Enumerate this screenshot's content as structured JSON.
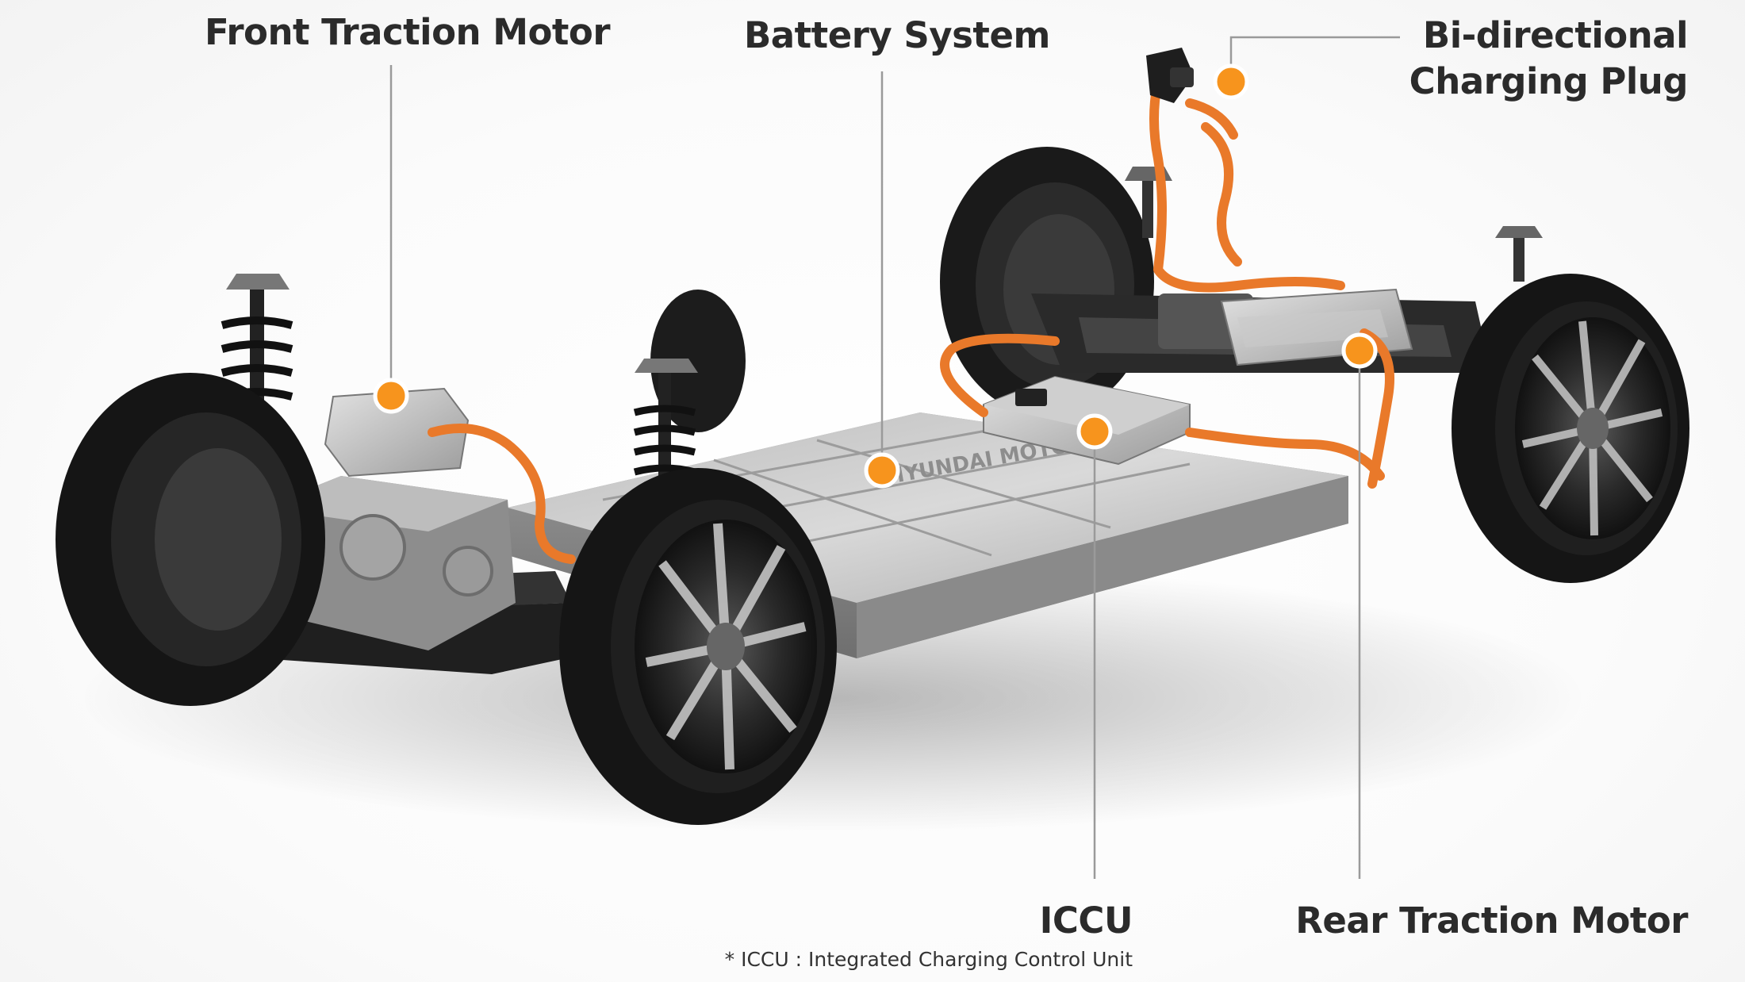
{
  "labels": {
    "front_traction_motor": "Front Traction Motor",
    "battery_system": "Battery System",
    "bidirectional_line1": "Bi-directional",
    "bidirectional_line2": "Charging Plug",
    "iccu": "ICCU",
    "rear_traction_motor": "Rear Traction Motor"
  },
  "footnote": "* ICCU : Integrated Charging Control Unit",
  "battery_lid_text": "HYUNDAI MOTOR GROUP",
  "colors": {
    "marker": "#f7941d",
    "cable": "#e9792a",
    "leader_line": "#9a9a9a",
    "label_text": "#2b2b2b"
  },
  "icons": [
    "marker-dot-icon"
  ]
}
